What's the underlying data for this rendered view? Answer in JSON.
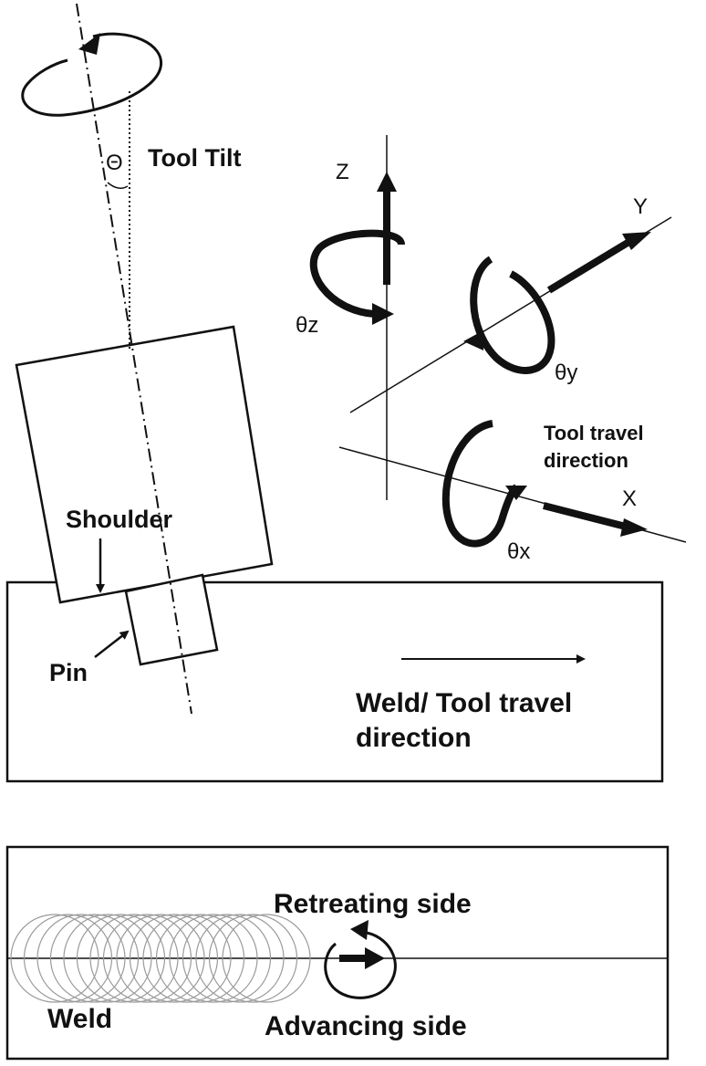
{
  "top_panel": {
    "tilt_symbol": "Θ",
    "tilt_label": "Tool Tilt",
    "shoulder_label": "Shoulder",
    "pin_label": "Pin",
    "travel_line1": "Weld/ Tool travel",
    "travel_line2": "direction"
  },
  "axes": {
    "z_label": "Z",
    "y_label": "Y",
    "x_label": "X",
    "theta_z": "θz",
    "theta_y": "θy",
    "theta_x": "θx",
    "tool_travel_line1": "Tool travel",
    "tool_travel_line2": "direction"
  },
  "bottom_panel": {
    "retreating_label": "Retreating side",
    "advancing_label": "Advancing side",
    "weld_label": "Weld",
    "weld_circle_count": 17
  },
  "colors": {
    "ink": "#111111",
    "weld_circle": "#9a9a9a",
    "background": "#ffffff"
  }
}
